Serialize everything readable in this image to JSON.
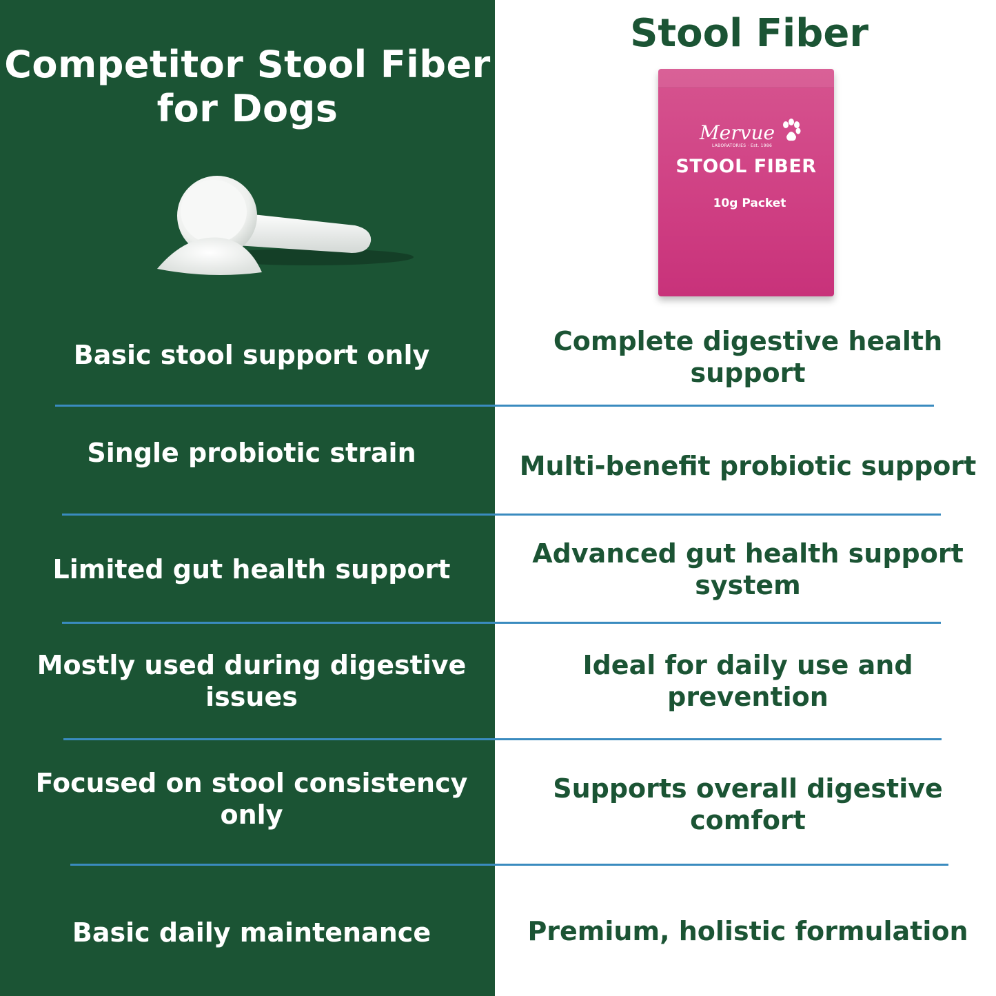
{
  "left_title": "Competitor Stool Fiber for Dogs",
  "right_title": "Stool Fiber",
  "packet": {
    "brand": "Mervue",
    "brand_sub": "LABORATORIES · Est. 1986",
    "product_name": "STOOL FIBER",
    "size": "10g Packet",
    "color": "#d04686"
  },
  "colors": {
    "left_background": "#1b5434",
    "right_text": "#1b5434",
    "divider": "#3a8bbf"
  },
  "rows": [
    {
      "competitor": "Basic stool support only",
      "product": "Complete digestive health support"
    },
    {
      "competitor": "Single probiotic strain",
      "product": "Multi-benefit probiotic support"
    },
    {
      "competitor": "Limited gut health support",
      "product": "Advanced gut health support system"
    },
    {
      "competitor": "Mostly used during digestive issues",
      "product": "Ideal for daily use and prevention"
    },
    {
      "competitor": "Focused on stool consistency only",
      "product": "Supports overall digestive comfort"
    },
    {
      "competitor": "Basic daily maintenance",
      "product": "Premium, holistic formulation"
    }
  ]
}
